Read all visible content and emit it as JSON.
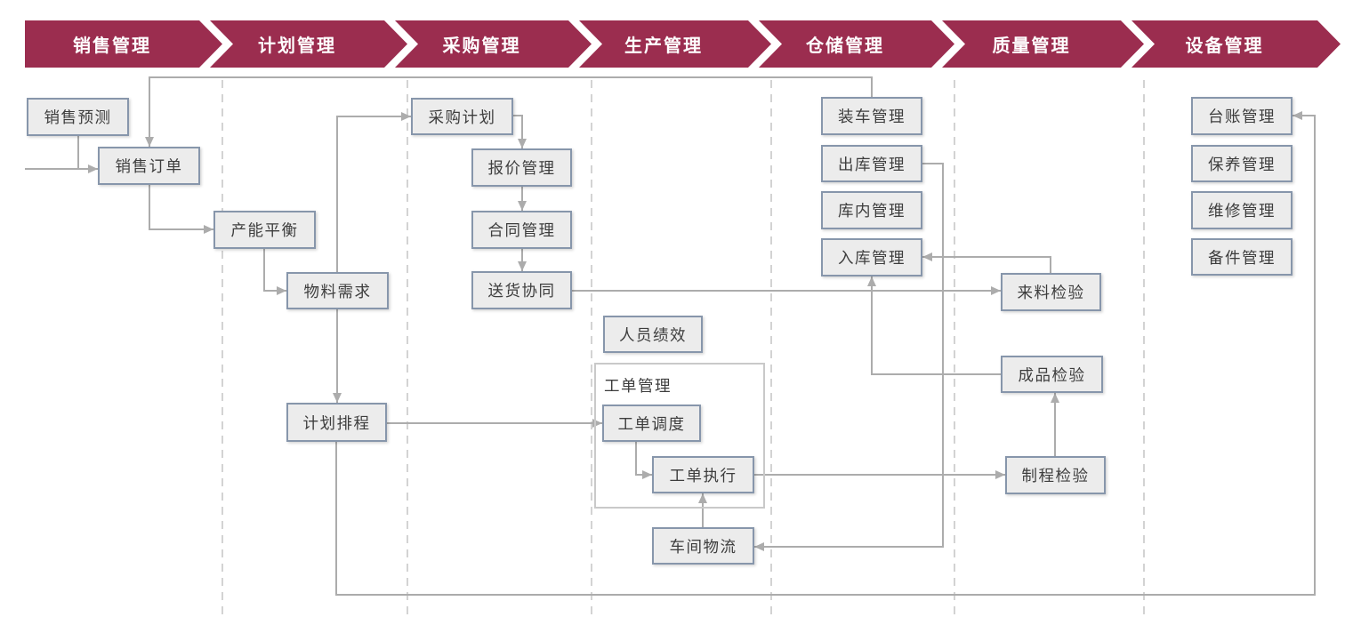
{
  "header": {
    "segments": [
      {
        "id": "sales",
        "label": "销售管理"
      },
      {
        "id": "plan",
        "label": "计划管理"
      },
      {
        "id": "purchase",
        "label": "采购管理"
      },
      {
        "id": "production",
        "label": "生产管理"
      },
      {
        "id": "warehouse",
        "label": "仓储管理"
      },
      {
        "id": "quality",
        "label": "质量管理"
      },
      {
        "id": "equipment",
        "label": "设备管理"
      }
    ]
  },
  "nodes": {
    "sales_forecast": {
      "label": "销售预测"
    },
    "sales_order": {
      "label": "销售订单"
    },
    "capacity_balance": {
      "label": "产能平衡"
    },
    "material_requirement": {
      "label": "物料需求"
    },
    "plan_scheduling": {
      "label": "计划排程"
    },
    "purchase_plan": {
      "label": "采购计划"
    },
    "quotation": {
      "label": "报价管理"
    },
    "contract": {
      "label": "合同管理"
    },
    "delivery_collaboration": {
      "label": "送货协同"
    },
    "personnel_performance": {
      "label": "人员绩效"
    },
    "work_order_group": {
      "label": "工单管理"
    },
    "work_order_dispatch": {
      "label": "工单调度"
    },
    "work_order_execution": {
      "label": "工单执行"
    },
    "workshop_logistics": {
      "label": "车间物流"
    },
    "loading": {
      "label": "装车管理"
    },
    "outbound": {
      "label": "出库管理"
    },
    "in_warehouse": {
      "label": "库内管理"
    },
    "inbound": {
      "label": "入库管理"
    },
    "incoming_inspection": {
      "label": "来料检验"
    },
    "finished_inspection": {
      "label": "成品检验"
    },
    "process_inspection": {
      "label": "制程检验"
    },
    "equipment_ledger": {
      "label": "台账管理"
    },
    "maintenance": {
      "label": "保养管理"
    },
    "repair": {
      "label": "维修管理"
    },
    "spare_parts": {
      "label": "备件管理"
    }
  },
  "edges": [
    {
      "from": "external",
      "to": "sales_order"
    },
    {
      "from": "sales_forecast",
      "to": "sales_order"
    },
    {
      "from": "loading",
      "to": "sales_order"
    },
    {
      "from": "sales_order",
      "to": "capacity_balance"
    },
    {
      "from": "capacity_balance",
      "to": "material_requirement"
    },
    {
      "from": "material_requirement",
      "to": "purchase_plan"
    },
    {
      "from": "material_requirement",
      "to": "plan_scheduling"
    },
    {
      "from": "purchase_plan",
      "to": "quotation"
    },
    {
      "from": "quotation",
      "to": "contract"
    },
    {
      "from": "contract",
      "to": "delivery_collaboration"
    },
    {
      "from": "delivery_collaboration",
      "to": "incoming_inspection"
    },
    {
      "from": "incoming_inspection",
      "to": "inbound"
    },
    {
      "from": "finished_inspection",
      "to": "inbound"
    },
    {
      "from": "process_inspection",
      "to": "finished_inspection"
    },
    {
      "from": "plan_scheduling",
      "to": "work_order_dispatch"
    },
    {
      "from": "work_order_dispatch",
      "to": "work_order_execution"
    },
    {
      "from": "work_order_execution",
      "to": "process_inspection"
    },
    {
      "from": "workshop_logistics",
      "to": "work_order_execution"
    },
    {
      "from": "outbound",
      "to": "workshop_logistics"
    },
    {
      "from": "plan_scheduling",
      "to": "equipment_ledger"
    }
  ],
  "colors": {
    "banner": "#9B2D4F",
    "node_fill": "#ECECEC",
    "node_border": "#8796AB",
    "connector": "#ACACAC",
    "separator": "#D3D3D3"
  }
}
